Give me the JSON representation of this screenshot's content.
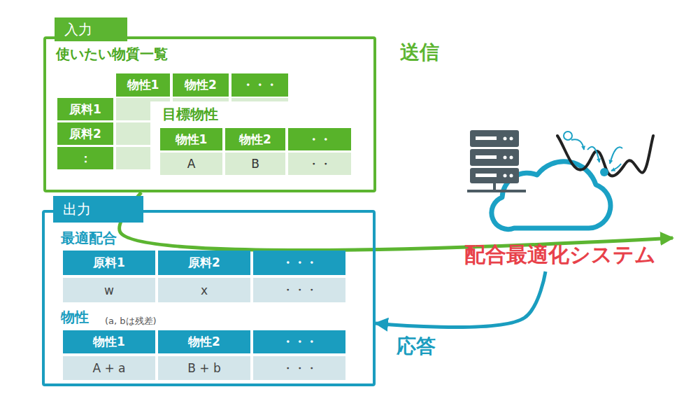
{
  "diagram": {
    "nodes": [
      {
        "text": [
          "入力",
          "使いたい物質一覧"
        ]
      },
      {
        "text": [
          "目標物性"
        ],
        "in": 0
      },
      {
        "text": [
          "配合最適化システム"
        ]
      },
      {
        "text": [
          "出力",
          "最適配合",
          "物性",
          "(a, bは残差)"
        ]
      }
    ],
    "edges": [
      {
        "from": 0,
        "to": 2,
        "arrow": "to",
        "label": "送信"
      },
      {
        "from": 2,
        "to": 3,
        "arrow": "to",
        "label": "応答"
      }
    ],
    "labels": [
      "物性1",
      "物性2",
      "・・・",
      "原料1",
      "原料2",
      "：",
      "物性1",
      "物性2",
      "・・",
      "A",
      "B",
      "・・",
      "原料1",
      "原料2",
      "・・・",
      "w",
      "x",
      "・・・",
      "物性1",
      "物性2",
      "・・・",
      "A + a",
      "B + b",
      "・・・"
    ]
  }
}
